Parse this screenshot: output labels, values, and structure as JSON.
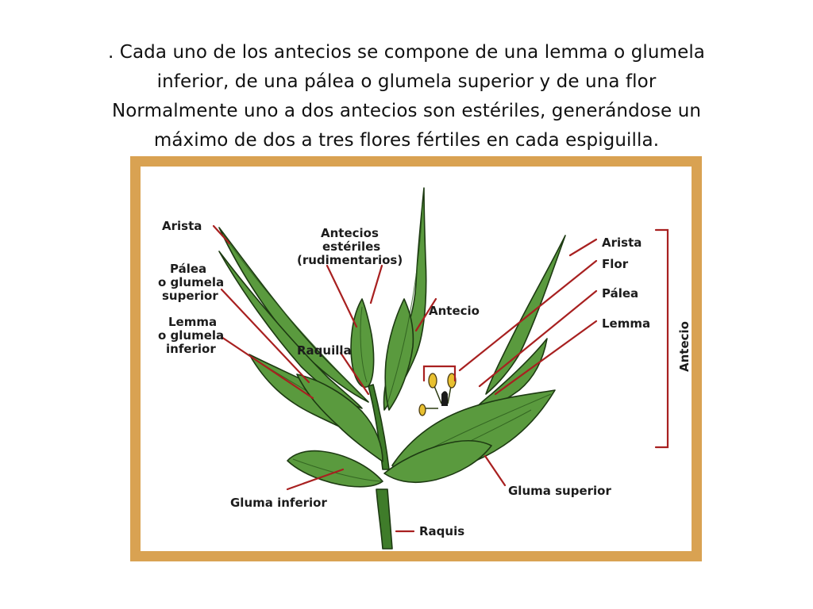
{
  "intro": {
    "line1": ". Cada uno de los antecios se compone de una lemma o glumela",
    "line2": "inferior, de una pálea o glumela superior y de una flor",
    "line3": "Normalmente uno a dos antecios son estériles, generándose un",
    "line4": "máximo de dos a tres flores fértiles en cada espiguilla."
  },
  "diagram": {
    "labels": {
      "arista_left": "Arista",
      "palea_left_1": "Pálea",
      "palea_left_2": "o glumela",
      "palea_left_3": "superior",
      "lemma_left_1": "Lemma",
      "lemma_left_2": "o glumela",
      "lemma_left_3": "inferior",
      "antecios_1": "Antecios",
      "antecios_2": "estériles",
      "antecios_3": "(rudimentarios)",
      "antecio_mid": "Antecio",
      "raquilla": "Raquilla",
      "arista_right": "Arista",
      "flor": "Flor",
      "palea_right": "Pálea",
      "lemma_right": "Lemma",
      "antecio_bracket": "Antecio",
      "gluma_superior": "Gluma superior",
      "gluma_inferior": "Gluma inferior",
      "raquis": "Raquis"
    },
    "colors": {
      "frame": "#d9a252",
      "leader": "#a82020",
      "plant": "#5a9a3e"
    }
  }
}
